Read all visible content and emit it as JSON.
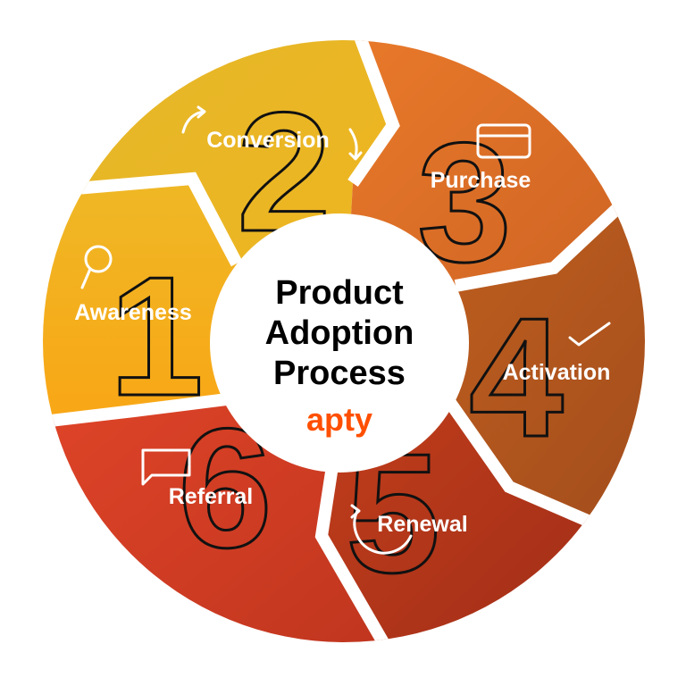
{
  "title_lines": [
    "Product",
    "Adoption",
    "Process"
  ],
  "brand": "apty",
  "stages": [
    {
      "number": "1",
      "label": "Awareness",
      "icon": "magnifier-icon",
      "color": "#f4ae17"
    },
    {
      "number": "2",
      "label": "Conversion",
      "icon": "rotate-arrows-icon",
      "color": "#e8b828"
    },
    {
      "number": "3",
      "label": "Purchase",
      "icon": "credit-card-icon",
      "color": "#df6f27"
    },
    {
      "number": "4",
      "label": "Activation",
      "icon": "checkmark-icon",
      "color": "#b5571e"
    },
    {
      "number": "5",
      "label": "Renewal",
      "icon": "refresh-icon",
      "color": "#b2331a"
    },
    {
      "number": "6",
      "label": "Referral",
      "icon": "speech-bubble-icon",
      "color": "#d9401f"
    }
  ]
}
